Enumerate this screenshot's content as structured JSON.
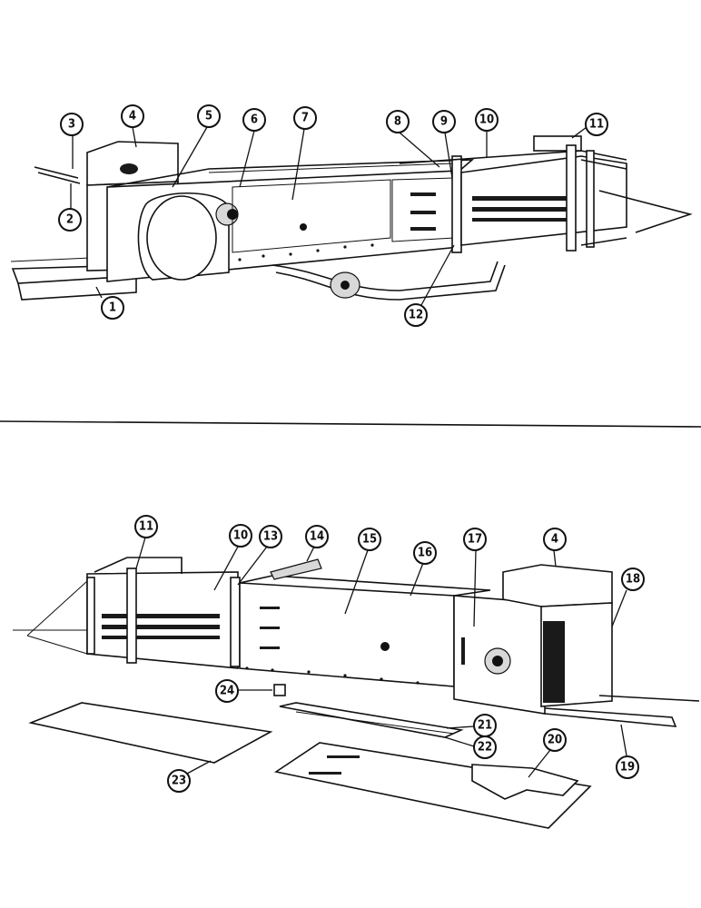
{
  "upper_view": {
    "callouts": [
      "1",
      "2",
      "3",
      "4",
      "5",
      "6",
      "7",
      "8",
      "9",
      "10",
      "11",
      "12"
    ]
  },
  "lower_view": {
    "callouts": [
      "11",
      "10",
      "13",
      "14",
      "15",
      "16",
      "17",
      "4",
      "18",
      "24",
      "21",
      "22",
      "20",
      "19",
      "23"
    ]
  }
}
